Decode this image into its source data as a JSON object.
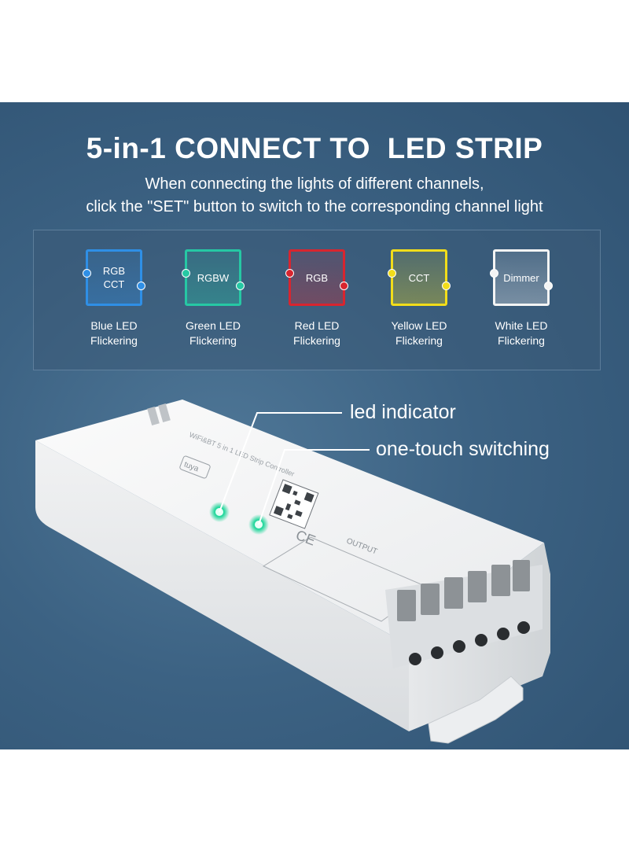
{
  "header": {
    "title": "5-in-1 CONNECT TO  LED STRIP",
    "subtitle_line1": "When connecting the lights of different channels,",
    "subtitle_line2": "click the \"SET\" button to switch to the corresponding channel light"
  },
  "modes": [
    {
      "label": "RGB\nCCT",
      "caption": "Blue LED\nFlickering",
      "color": "#2f8fe6"
    },
    {
      "label": "RGBW",
      "caption": "Green LED\nFlickering",
      "color": "#26c8a4"
    },
    {
      "label": "RGB",
      "caption": "Red LED\nFlickering",
      "color": "#d8252f"
    },
    {
      "label": "CCT",
      "caption": "Yellow LED\nFlickering",
      "color": "#f2dd1a"
    },
    {
      "label": "Dimmer",
      "caption": "White LED\nFlickering",
      "color": "#f4f4f4"
    }
  ],
  "callouts": {
    "led_indicator": "led indicator",
    "one_touch": "one-touch switching"
  },
  "device": {
    "indicator_color": "#1fd69a",
    "label_top": "WiFi&BT 5 in 1 LED Strip Controller",
    "output_label": "OUTPUT",
    "brand_logo": "tuya",
    "certification": "CE"
  }
}
